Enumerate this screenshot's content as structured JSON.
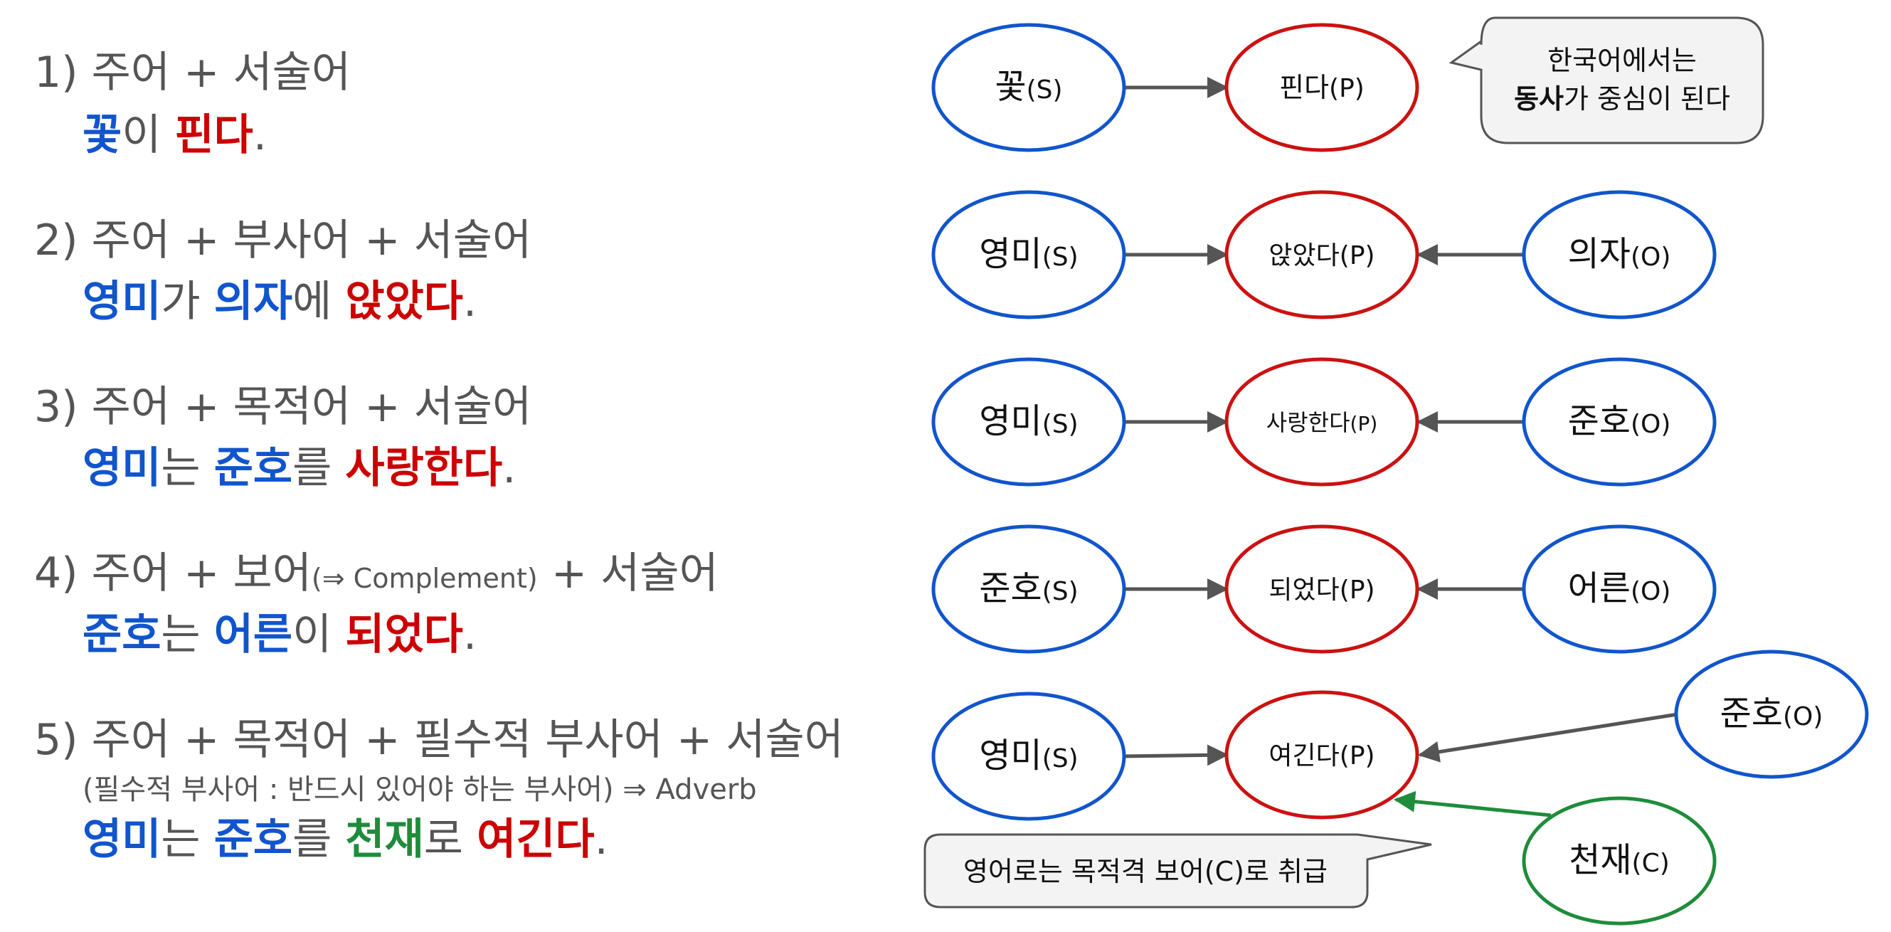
{
  "patterns": [
    {
      "number": "1)",
      "formula": [
        "주어",
        "서술어"
      ],
      "sentence": [
        {
          "t": "꽃",
          "role": "s"
        },
        {
          "t": "이 ",
          "role": ""
        },
        {
          "t": "핀다",
          "role": "p"
        },
        {
          "t": ".",
          "role": ""
        }
      ]
    },
    {
      "number": "2)",
      "formula": [
        "주어",
        "부사어",
        "서술어"
      ],
      "sentence": [
        {
          "t": "영미",
          "role": "s"
        },
        {
          "t": "가 ",
          "role": ""
        },
        {
          "t": "의자",
          "role": "o"
        },
        {
          "t": "에 ",
          "role": ""
        },
        {
          "t": "앉았다",
          "role": "p"
        },
        {
          "t": ".",
          "role": ""
        }
      ]
    },
    {
      "number": "3)",
      "formula": [
        "주어",
        "목적어",
        "서술어"
      ],
      "sentence": [
        {
          "t": "영미",
          "role": "s"
        },
        {
          "t": "는 ",
          "role": ""
        },
        {
          "t": "준호",
          "role": "o"
        },
        {
          "t": "를 ",
          "role": ""
        },
        {
          "t": "사랑한다",
          "role": "p"
        },
        {
          "t": ".",
          "role": ""
        }
      ]
    },
    {
      "number": "4)",
      "formula": [
        "주어",
        "보어",
        "서술어"
      ],
      "complement_note": "(⇒ Complement)",
      "sentence": [
        {
          "t": "준호",
          "role": "s"
        },
        {
          "t": "는 ",
          "role": ""
        },
        {
          "t": "어른",
          "role": "o"
        },
        {
          "t": "이 ",
          "role": ""
        },
        {
          "t": "되었다",
          "role": "p"
        },
        {
          "t": ".",
          "role": ""
        }
      ]
    },
    {
      "number": "5)",
      "formula": [
        "주어",
        "목적어",
        "필수적 부사어",
        "서술어"
      ],
      "note": "(필수적 부사어 : 반드시 있어야 하는 부사어) ⇒ Adverb",
      "sentence": [
        {
          "t": "영미",
          "role": "s"
        },
        {
          "t": "는 ",
          "role": ""
        },
        {
          "t": "준호",
          "role": "o"
        },
        {
          "t": "를 ",
          "role": ""
        },
        {
          "t": "천재",
          "role": "c"
        },
        {
          "t": "로 ",
          "role": ""
        },
        {
          "t": "여긴다",
          "role": "p"
        },
        {
          "t": ".",
          "role": ""
        }
      ]
    }
  ],
  "plus_sign": "+",
  "diagrams": [
    {
      "subject": {
        "word": "꽃",
        "tag": "(S)"
      },
      "predicate": {
        "word": "핀다",
        "tag": "(P)"
      }
    },
    {
      "subject": {
        "word": "영미",
        "tag": "(S)"
      },
      "predicate": {
        "word": "앉았다",
        "tag": "(P)"
      },
      "object": {
        "word": "의자",
        "tag": "(O)"
      }
    },
    {
      "subject": {
        "word": "영미",
        "tag": "(S)"
      },
      "predicate": {
        "word": "사랑한다",
        "tag": "(P)"
      },
      "object": {
        "word": "준호",
        "tag": "(O)"
      }
    },
    {
      "subject": {
        "word": "준호",
        "tag": "(S)"
      },
      "predicate": {
        "word": "되었다",
        "tag": "(P)"
      },
      "object": {
        "word": "어른",
        "tag": "(O)"
      }
    },
    {
      "subject": {
        "word": "영미",
        "tag": "(S)"
      },
      "predicate": {
        "word": "여긴다",
        "tag": "(P)"
      },
      "object": {
        "word": "준호",
        "tag": "(O)"
      },
      "complement": {
        "word": "천재",
        "tag": "(C)"
      }
    }
  ],
  "callouts": {
    "top": {
      "line1": "한국어에서는",
      "line2_bold": "동사",
      "line2_rest": "가 중심이 된다"
    },
    "bottom": "영어로는 목적격 보어(C)로 취급"
  },
  "colors": {
    "subject": "#1155cc",
    "predicate": "#cc0000",
    "complement": "#1e8c3a",
    "formula_text": "#555555",
    "arrow": "#555555"
  }
}
